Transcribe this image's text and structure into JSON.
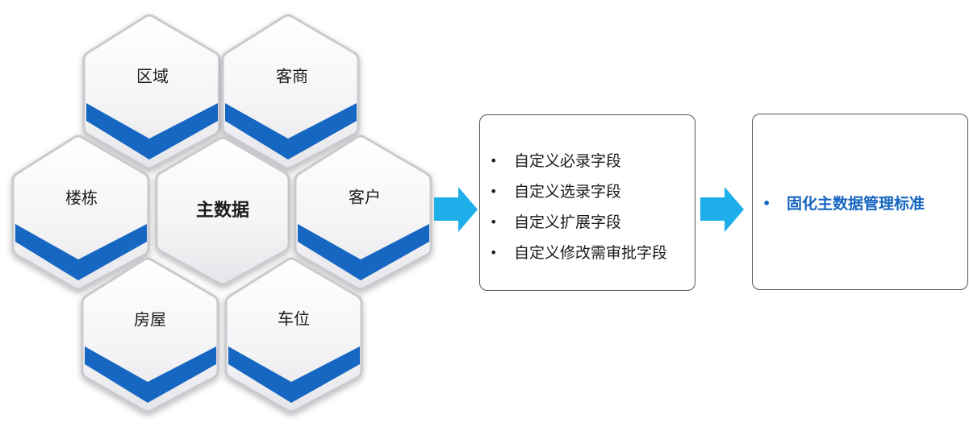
{
  "hexagons": {
    "region": "区域",
    "merchant": "客商",
    "building": "楼栋",
    "center": "主数据",
    "customer": "客户",
    "house": "房屋",
    "parking": "车位"
  },
  "custom_fields": {
    "items": [
      "自定义必录字段",
      "自定义选录字段",
      "自定义扩展字段",
      "自定义修改需审批字段"
    ]
  },
  "standard": {
    "items": [
      "固化主数据管理标准"
    ]
  },
  "colors": {
    "accent_band": "#1667c2",
    "arrow": "#1eaee9",
    "standard_text": "#1565c0"
  }
}
